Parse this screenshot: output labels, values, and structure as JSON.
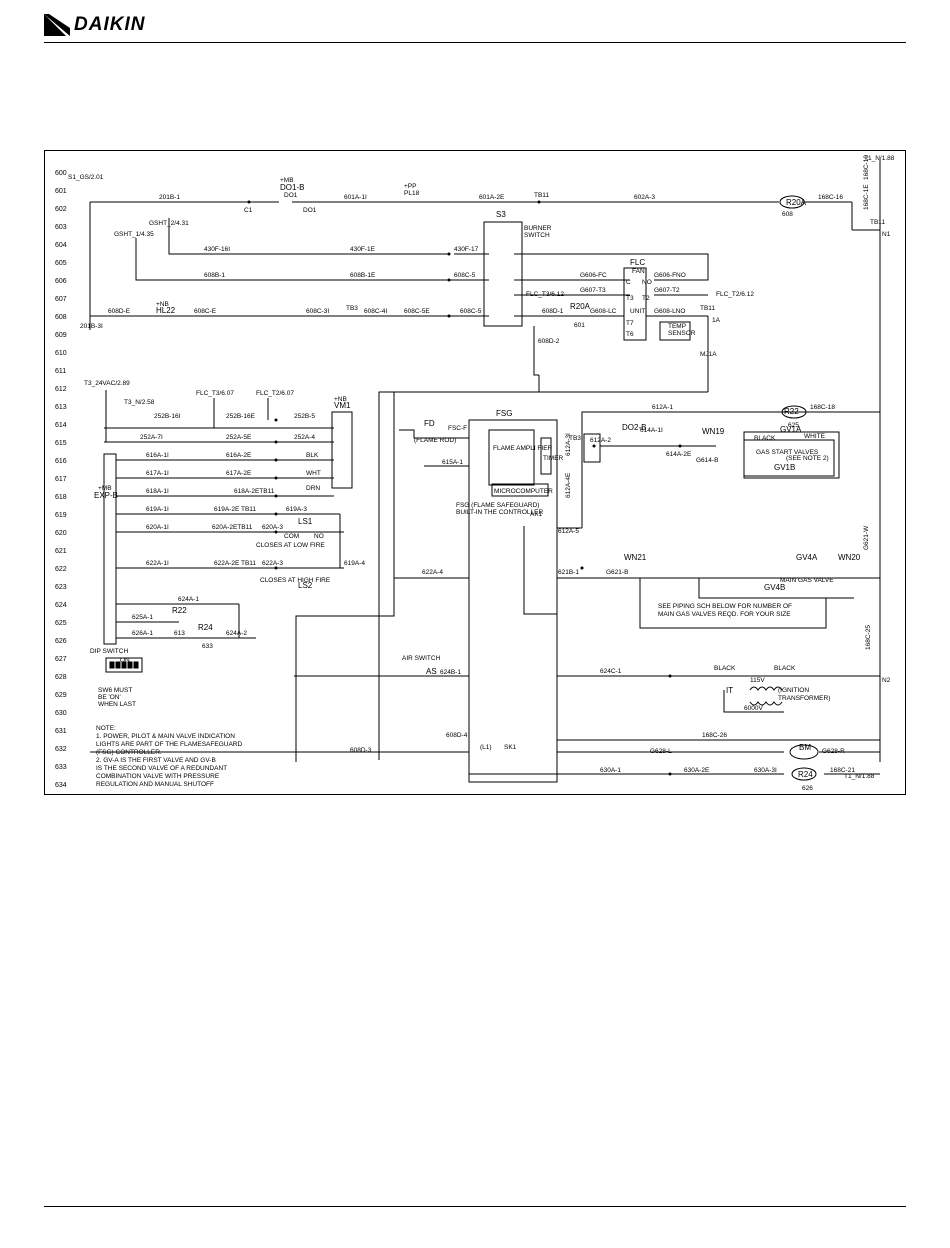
{
  "header": {
    "brand": "DAIKIN"
  },
  "diagram": {
    "line_numbers": [
      "600",
      "601",
      "602",
      "603",
      "604",
      "605",
      "606",
      "607",
      "608",
      "609",
      "610",
      "611",
      "612",
      "613",
      "614",
      "615",
      "616",
      "617",
      "618",
      "619",
      "620",
      "621",
      "622",
      "623",
      "624",
      "625",
      "626",
      "627",
      "628",
      "629",
      "630",
      "631",
      "632",
      "633",
      "634"
    ],
    "labels": {
      "s1_gs": "S1_GS/2.01",
      "w201b1": "201B-1",
      "c1": "C1",
      "mb1": "+MB",
      "do1b": "DO1-B",
      "do1": "DO1",
      "do1s": "DO1",
      "w601a1i": "601A-1I",
      "pp1": "+PP",
      "pl1": "PL18",
      "w601a2e": "601A-2E",
      "tb11a": "TB11",
      "w602a3": "602A-3",
      "r20a": "R20A",
      "n608": "608",
      "w168c16": "168C-16",
      "tb11b": "TB11",
      "n1": "N1",
      "t1n": "T1_N/1.88",
      "w168c10": "168C-10",
      "w168c1e": "168C-1E",
      "gsht2": "GSHT_2/4.31",
      "gsht1": "GSHT_1/4.35",
      "s3": "S3",
      "burner": "BURNER",
      "switch": "SWITCH",
      "w430f16i": "430F-16I",
      "w430f1e": "430F-1E",
      "w430f17": "430F-17",
      "w608b1": "608B-1",
      "w608b1e": "608B-1E",
      "w608c5": "608C-5",
      "flc": "FLC",
      "fan": "FAN",
      "c": "C",
      "no": "NO",
      "g606fc": "G606-FC",
      "g606fno": "G606-FNO",
      "flct3": "FLC_T3/6.12",
      "g607t3": "G607-T3",
      "g607t2": "G607-T2",
      "flct2": "FLC_T2/6.12",
      "t3": "T3",
      "t2": "T2",
      "r20a2": "R20A",
      "w608d1": "608D-1",
      "n601": "601",
      "g608lc": "G608-LC",
      "unit": "UNIT",
      "g608lno": "G608-LNO",
      "tb11c": "TB11",
      "n1a": "1A",
      "t7": "T7",
      "t6": "T6",
      "temp": "TEMP",
      "sensor": "SENSOR",
      "nb1": "+NB",
      "hl22": "HL22",
      "w608ce": "608C-E",
      "w608c3i": "608C-3I",
      "tb3": "TB3",
      "w608c4i": "608C-4I",
      "w608c5e": "608C-5E",
      "w608c5b": "608C-5",
      "w201b3i": "201B-3I",
      "w608e": "608D-E",
      "w608d2": "608D-2",
      "mj1a": "MJ1A",
      "t3_24": "T3_24VAC/2.89",
      "flc_t3b": "FLC_T3/6.07",
      "flc_t2b": "FLC_T2/6.07",
      "t3n": "T3_N/2.58",
      "vm1": "VM1",
      "nbv": "+NB",
      "w252b16i": "252B-16I",
      "w252b16e": "252B-16E",
      "w252b5": "252B-5",
      "w252a7i": "252A-7I",
      "w252a5e": "252A-5E",
      "w252a4": "252A-4",
      "w616a1i": "616A-1I",
      "w616a2e": "616A-2E",
      "blk": "BLK",
      "w617a1i": "617A-1I",
      "w617a2e": "617A-2E",
      "wht": "WHT",
      "w618a1i": "618A-1I",
      "w618a2e": "618A-2ETB11",
      "drn": "DRN",
      "expb": "EXP-B",
      "mbx": "+MB",
      "w619a1i": "619A-1I",
      "w619a2e": "619A-2E TB11",
      "w619a3": "619A-3",
      "w620a1i": "620A-1I",
      "w620a2e": "620A-2ETB11",
      "w620a3": "620A-3",
      "ls1": "LS1",
      "com": "COM",
      "no2": "NO",
      "closes_low": "CLOSES AT LOW FIRE",
      "w622a1i": "622A-1I",
      "w622a2e": "622A-2E TB11",
      "w622a3": "622A-3",
      "ls2": "LS2",
      "w619a4": "619A-4",
      "closes_high": "CLOSES AT HIGH FIRE",
      "w624a1": "624A-1",
      "r22a": "R22",
      "w625a1": "625A-1",
      "n613": "613",
      "w626a1": "626A-1",
      "r24a": "R24",
      "n633": "633",
      "w624a2": "624A-2",
      "dip": "DIP SWITCH",
      "on": "ON",
      "sw6": "SW6 MUST",
      "be_on": "BE 'ON'",
      "when_last": "WHEN LAST",
      "fd": "FD",
      "flame_rod": "(FLAME ROD)",
      "fscf": "FSC-F",
      "w615a1": "615A-1",
      "fsg": "FSG",
      "flame_amp": "FLAME AMPLI FIER",
      "timer": "TIMER",
      "micro": "MICROCOMPUTER",
      "fsg_full": "FSG (FLAME SAFEGUARD)",
      "built_in": "BUILT-IN THE CONTROLLER",
      "w612a1": "612A-1",
      "r22b": "R22",
      "n625": "625",
      "w168c18": "168C-18",
      "tb3b": "TB3",
      "do2b": "DO2-B",
      "w612a2": "612A-2",
      "w614a1i": "614A-1I",
      "w614a2e": "614A-2E",
      "wn19": "WN19",
      "g614b": "G614-B",
      "w612a3i": "612A-3I",
      "w612a4e": "612A-4E",
      "w612a5": "612A-5",
      "ak1": "AK1",
      "gv1a": "GV1A",
      "gv1b": "GV1B",
      "black": "BLACK",
      "white": "WHITE",
      "gas_start": "GAS START VALVES",
      "see_note": "(SEE NOTE 2)",
      "w622a4": "622A-4",
      "w621b1": "621B-1",
      "g621b": "G621-B",
      "wn21": "WN21",
      "gv4a": "GV4A",
      "gv4b": "GV4B",
      "wn20": "WN20",
      "w621w": "G621-W",
      "main_gas": "MAIN GAS VALVE",
      "piping": "SEE PIPING SCH BELOW FOR NUMBER OF",
      "main_valves": "MAIN GAS VALVES REQD. FOR YOUR SIZE",
      "w168c25": "168C-25",
      "air_switch": "AIR SWITCH",
      "as": "AS",
      "w624b1": "624B-1",
      "w624c1": "624C-1",
      "black2": "BLACK",
      "black3": "BLACK",
      "it": "IT",
      "v115": "115V",
      "v6000": "6000V",
      "ignition": "(IGNITION",
      "transformer": "TRANSFORMER)",
      "n2": "N2",
      "w608d4": "608D-4",
      "w608d3": "608D-3",
      "l1": "(L1)",
      "sk1": "SK1",
      "w168c26": "168C-26",
      "g628l": "G628-L",
      "bm": "BM",
      "g628r": "G628-R",
      "w630a1": "630A-1",
      "w630a2e": "630A-2E",
      "w630a3i": "630A-3I",
      "r24b": "R24",
      "n626": "626",
      "w168c21": "168C-21",
      "t1n2": "T1_N/1.88",
      "note0": "NOTE:",
      "note1": "1. POWER, PILOT & MAIN VALVE INDICATION",
      "note2": "LIGHTS ARE PART OF THE FLAMESAFEGUARD",
      "note3": "(FSG) CONTROLLER.",
      "note4": "2. GV-A IS THE FIRST VALVE AND GV-B",
      "note5": "IS THE SECOND VALVE OF A REDUNDANT",
      "note6": "COMBINATION VALVE WITH PRESSURE",
      "note7": "REGULATION AND MANUAL SHUTOFF"
    }
  }
}
